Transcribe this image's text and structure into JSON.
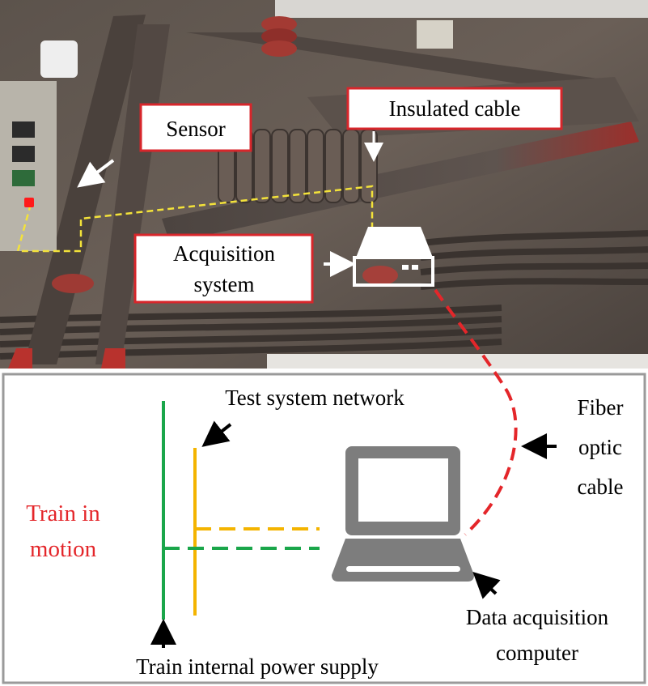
{
  "photo": {
    "labels": {
      "sensor": "Sensor",
      "cable": "Insulated cable",
      "acq_line1": "Acquisition",
      "acq_line2": "system"
    }
  },
  "schematic": {
    "test_network": "Test system network",
    "train_line1": "Train in",
    "train_line2": "motion",
    "fiber_line1": "Fiber",
    "fiber_line2": "optic",
    "fiber_line3": "cable",
    "daq_line1": "Data acquisition",
    "daq_line2": "computer",
    "power_supply": "Train internal power supply"
  },
  "colors": {
    "frame_red": "#d7262b",
    "power_green": "#1aa64a",
    "network_yellow": "#f4b400",
    "fiber_red": "#e4262a",
    "laptop_gray": "#7d7d7d",
    "box_border": "#9a9a9a",
    "wire_yellow": "#f3e23a"
  },
  "icons": {
    "computer": "laptop-icon",
    "acquisition": "acquisition-box-icon",
    "arrows": "arrow-icon"
  }
}
